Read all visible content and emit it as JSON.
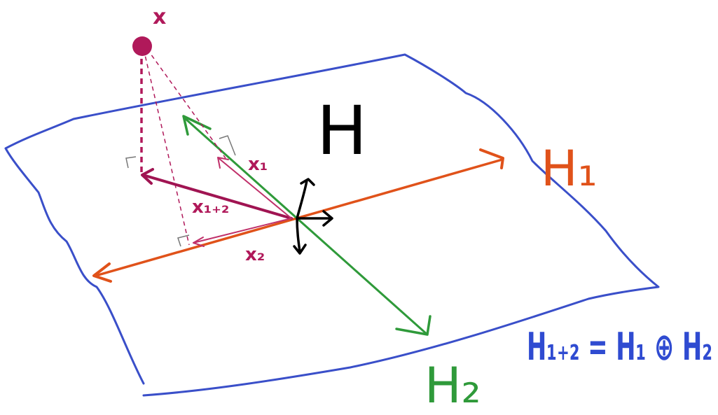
{
  "labels": {
    "space": "H",
    "subspace1": "H₁",
    "subspace2": "H₂",
    "point": "x",
    "proj1": "x₁",
    "proj2": "x₂",
    "proj12": "x₁₊₂",
    "formula": "H₁₊₂ = H₁ ⊕ H₂"
  },
  "colors": {
    "plane": "#3a4fc9",
    "subspace1": "#e0521a",
    "subspace2": "#2f9a3a",
    "vector": "#b0195a",
    "origin": "#000000",
    "formula": "#2f4bd1"
  }
}
